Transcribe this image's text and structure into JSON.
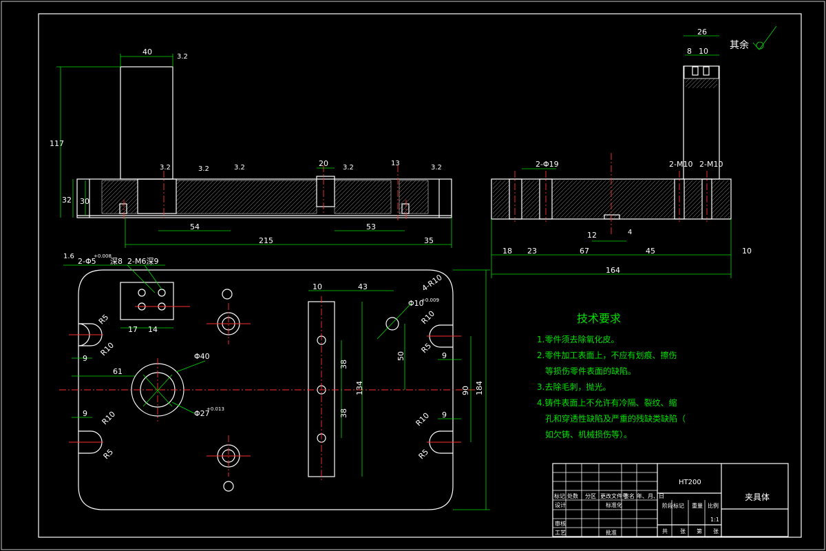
{
  "top_view": {
    "dim_width": "40",
    "dim_height_total": "117",
    "dim_height_base": "32",
    "dim_thickness": "30",
    "dim_slot": "20",
    "dim_54": "54",
    "dim_53": "53",
    "dim_215": "215",
    "dim_35": "35",
    "roughness": "3.2",
    "note_13": "13"
  },
  "side_view": {
    "dim_26": "26",
    "dim_8": "8",
    "dim_10": "10",
    "label_rest": "其余",
    "holes_left": "2-Φ19",
    "holes_m10_a": "2-M10",
    "holes_m10_b": "2-M10",
    "dim_12": "12",
    "dim_4": "4",
    "dim_18": "18",
    "dim_23": "23",
    "dim_67": "67",
    "dim_45": "45",
    "dim_10b": "10",
    "dim_164": "164"
  },
  "plan_view": {
    "hole_a": "2-Φ5",
    "hole_a_tol": "+0.008",
    "hole_a_depth": "深8",
    "hole_b": "2-M6深9",
    "roughness_16": "1.6",
    "dim_10": "10",
    "dim_43": "43",
    "chamfer": "4-R10",
    "dia_10": "Φ10",
    "dia_10_tol": "+0.009",
    "r15_a": "R5",
    "r10_a": "R10",
    "dim_17": "17",
    "dim_14": "14",
    "dim_9_a": "9",
    "dim_61": "61",
    "dia_40": "Φ40",
    "dia_27": "Φ27",
    "dia_27_tol": "+0.013",
    "dim_9_b": "9",
    "r10_b": "R10",
    "r5_b": "R5",
    "dim_38_a": "38",
    "dim_38_b": "38",
    "dim_134": "134",
    "dim_50": "50",
    "dim_90": "90",
    "dim_184": "184",
    "r10_c": "R10",
    "r5_c": "R5",
    "dim_9_c": "9",
    "dim_9_d": "9",
    "r10_d": "R10",
    "r5_d": "R5"
  },
  "notes": {
    "title": "技术要求",
    "lines": [
      "1.零件须去除氧化皮。",
      "2.零件加工表面上，不应有划痕、擦伤",
      "等损伤零件表面的缺陷。",
      "3.去除毛刺，抛光。",
      "4.铸件表面上不允许有冷隔、裂纹、缩",
      "孔和穿透性缺陷及严重的残缺类缺陷（",
      "如欠铸、机械损伤等）。"
    ]
  },
  "title_block": {
    "material": "HT200",
    "part_name": "夹具体",
    "scale": "1:1",
    "row_headers": [
      "标记",
      "处数",
      "分区",
      "更改文件号",
      "签名",
      "年、月、日"
    ],
    "design": "设计",
    "standard": "标准化",
    "review": "审核",
    "process": "工艺",
    "approve": "批准",
    "stage_mark": "阶段标记",
    "weight": "重量",
    "scale_label": "比例",
    "sheets": [
      "共",
      "张",
      "第",
      "张"
    ]
  }
}
